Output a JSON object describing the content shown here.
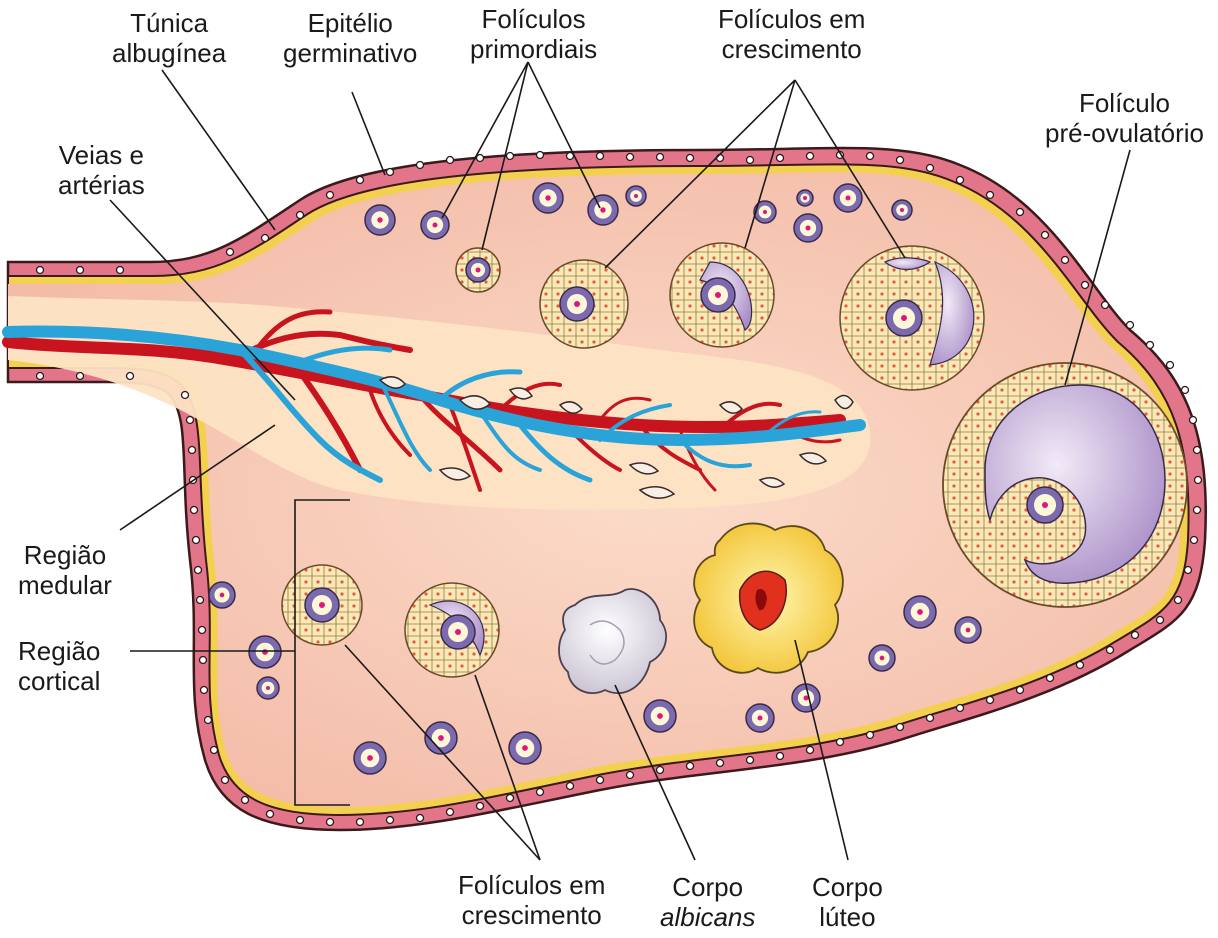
{
  "labels": {
    "tunica_albuginea": [
      "Túnica",
      "albugínea"
    ],
    "epitelio_germinativo": [
      "Epitélio",
      "germinativo"
    ],
    "foliculos_primordiais": [
      "Folículos",
      "primordiais"
    ],
    "foliculos_crescimento_top": [
      "Folículos em",
      "crescimento"
    ],
    "foliculo_pre_ovulatorio": [
      "Folículo",
      "pré-ovulatório"
    ],
    "veias_arterias": [
      "Veias e",
      "artérias"
    ],
    "regiao_medular": [
      "Região",
      "medular"
    ],
    "regiao_cortical": [
      "Região",
      "cortical"
    ],
    "foliculos_crescimento_bottom": [
      "Folículos em",
      "crescimento"
    ],
    "corpo_albicans": [
      "Corpo",
      "albicans"
    ],
    "corpo_luteo": [
      "Corpo",
      "lúteo"
    ]
  },
  "colors": {
    "stroma": "#f6c7b4",
    "medulla": "#fde3c4",
    "capsule": "#e2758a",
    "albuginea_line": "#f2c94c",
    "vein": "#2aa4d8",
    "artery": "#c8141e",
    "follicle_ring": "#7b6aae",
    "oocyte": "#fff8d8",
    "nucleus": "#e0157d",
    "granulosa": "#f7e2a8",
    "antrum": "#c9b2dc",
    "corpus_luteum": "#fbe36b",
    "corpus_albicans": "#e2dde6"
  }
}
